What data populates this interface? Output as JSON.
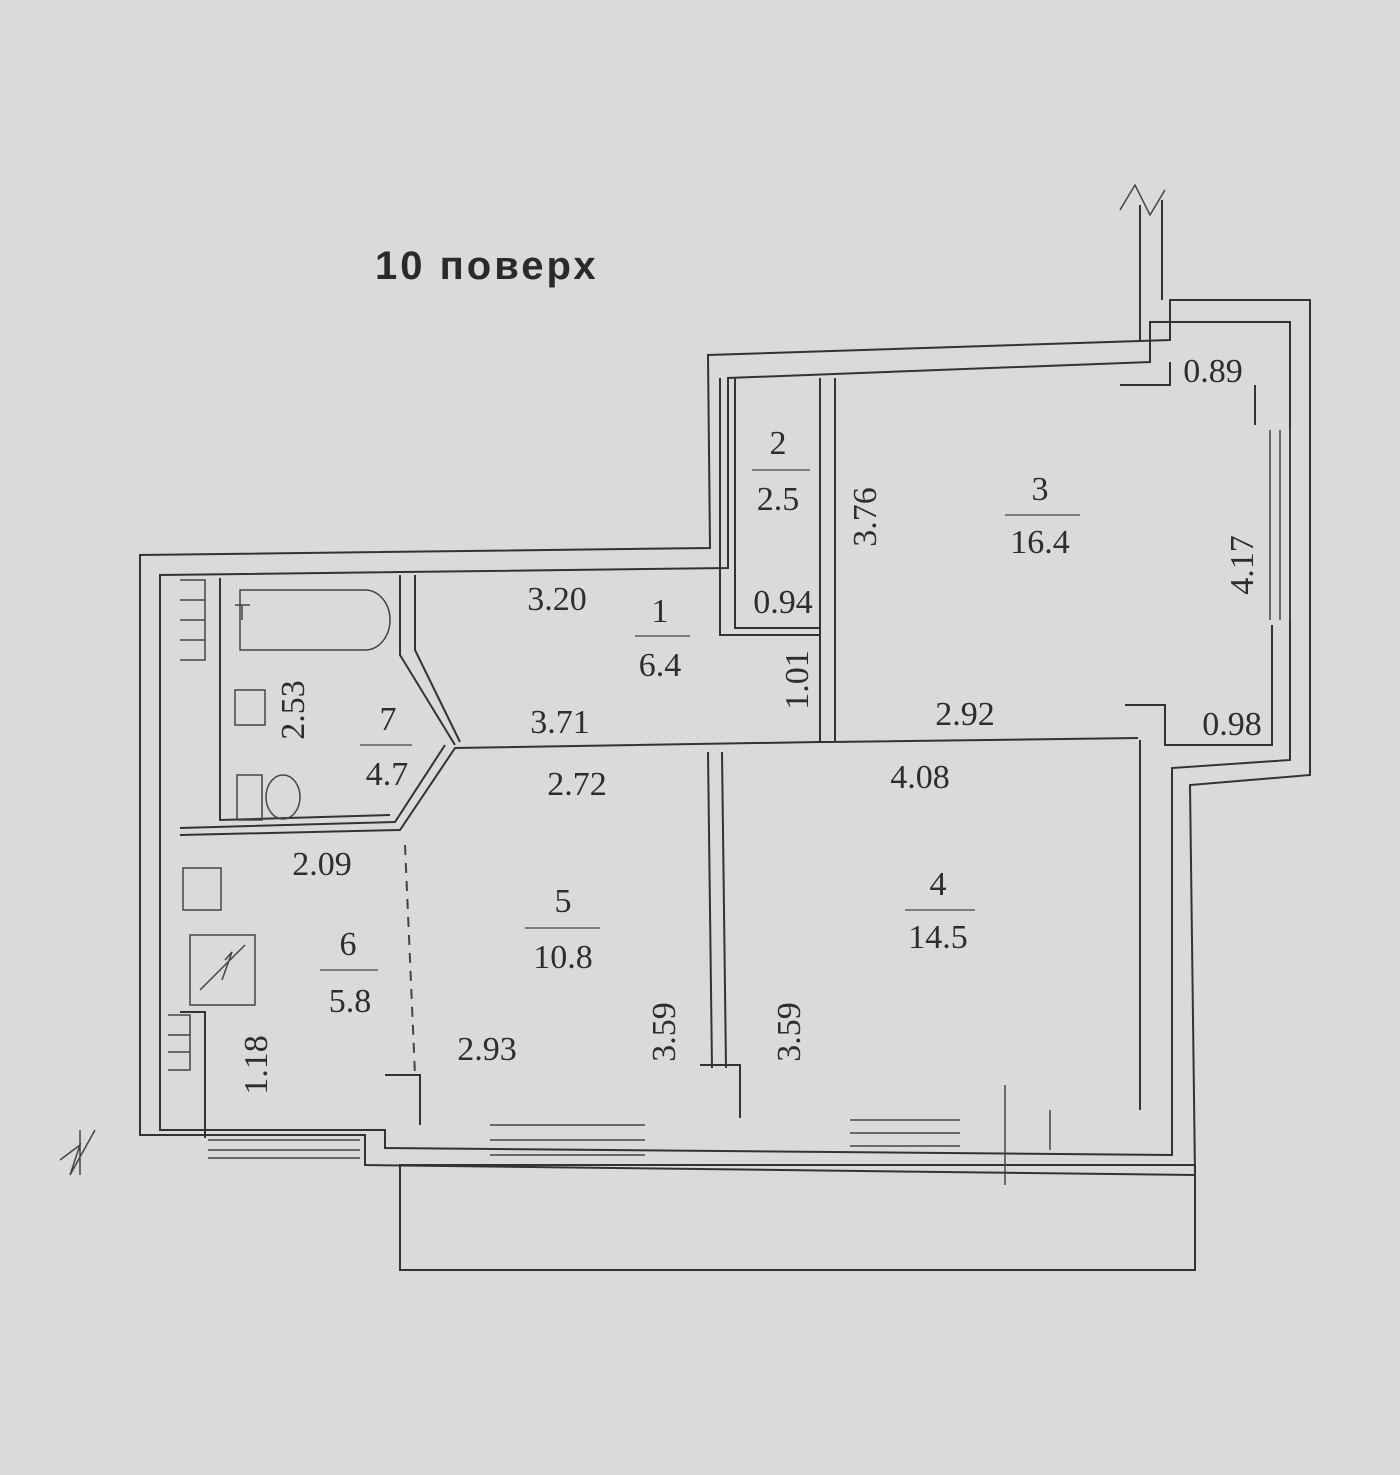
{
  "floor_label": "10 поверх",
  "rooms": [
    {
      "number": "1",
      "area": "6.4"
    },
    {
      "number": "2",
      "area": "2.5"
    },
    {
      "number": "3",
      "area": "16.4"
    },
    {
      "number": "4",
      "area": "14.5"
    },
    {
      "number": "5",
      "area": "10.8"
    },
    {
      "number": "6",
      "area": "5.8"
    },
    {
      "number": "7",
      "area": "4.7"
    }
  ],
  "dimensions": {
    "d_3_20": "3.20",
    "d_0_94": "0.94",
    "d_3_76": "3.76",
    "d_1_01": "1.01",
    "d_0_89": "0.89",
    "d_4_17": "4.17",
    "d_2_92": "2.92",
    "d_0_98": "0.98",
    "d_2_53": "2.53",
    "d_3_71": "3.71",
    "d_2_72": "2.72",
    "d_4_08": "4.08",
    "d_2_09": "2.09",
    "d_1_18": "1.18",
    "d_2_93": "2.93",
    "d_3_59_left": "3.59",
    "d_3_59_right": "3.59"
  }
}
